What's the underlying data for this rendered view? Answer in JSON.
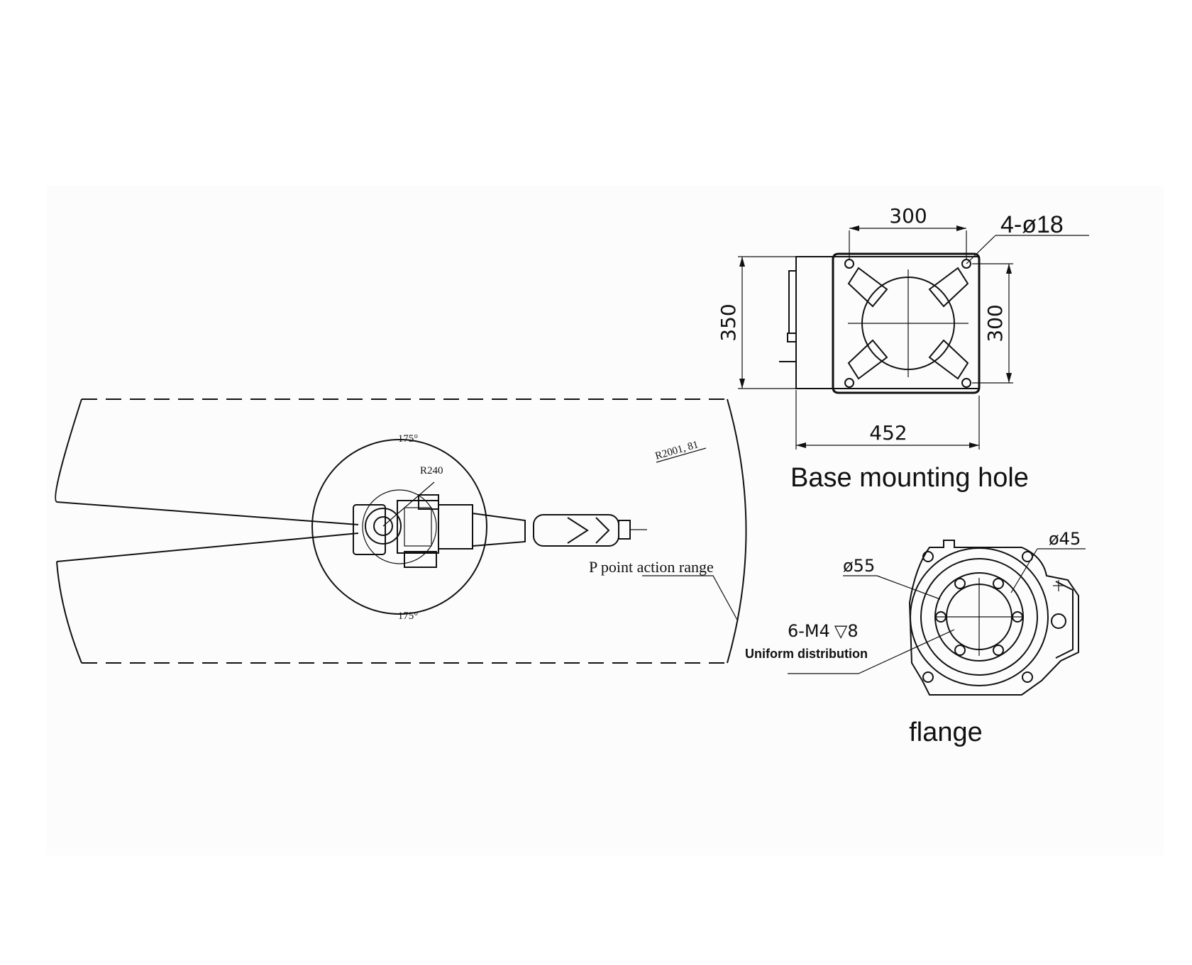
{
  "work_range": {
    "label": "P point action range",
    "radius": "R2001, 81",
    "inner_radius": "R240",
    "angle_top": "175°",
    "angle_bottom": "175°"
  },
  "base": {
    "title": "Base mounting hole",
    "width_top": "300",
    "holes": "4-ø18",
    "height_left": "350",
    "height_right": "300",
    "width_bottom": "452"
  },
  "flange": {
    "title": "flange",
    "outer_dia": "ø45",
    "inner_dia": "ø55",
    "thread": "6-M4",
    "depth": "8",
    "distribution": "Uniform distribution"
  }
}
